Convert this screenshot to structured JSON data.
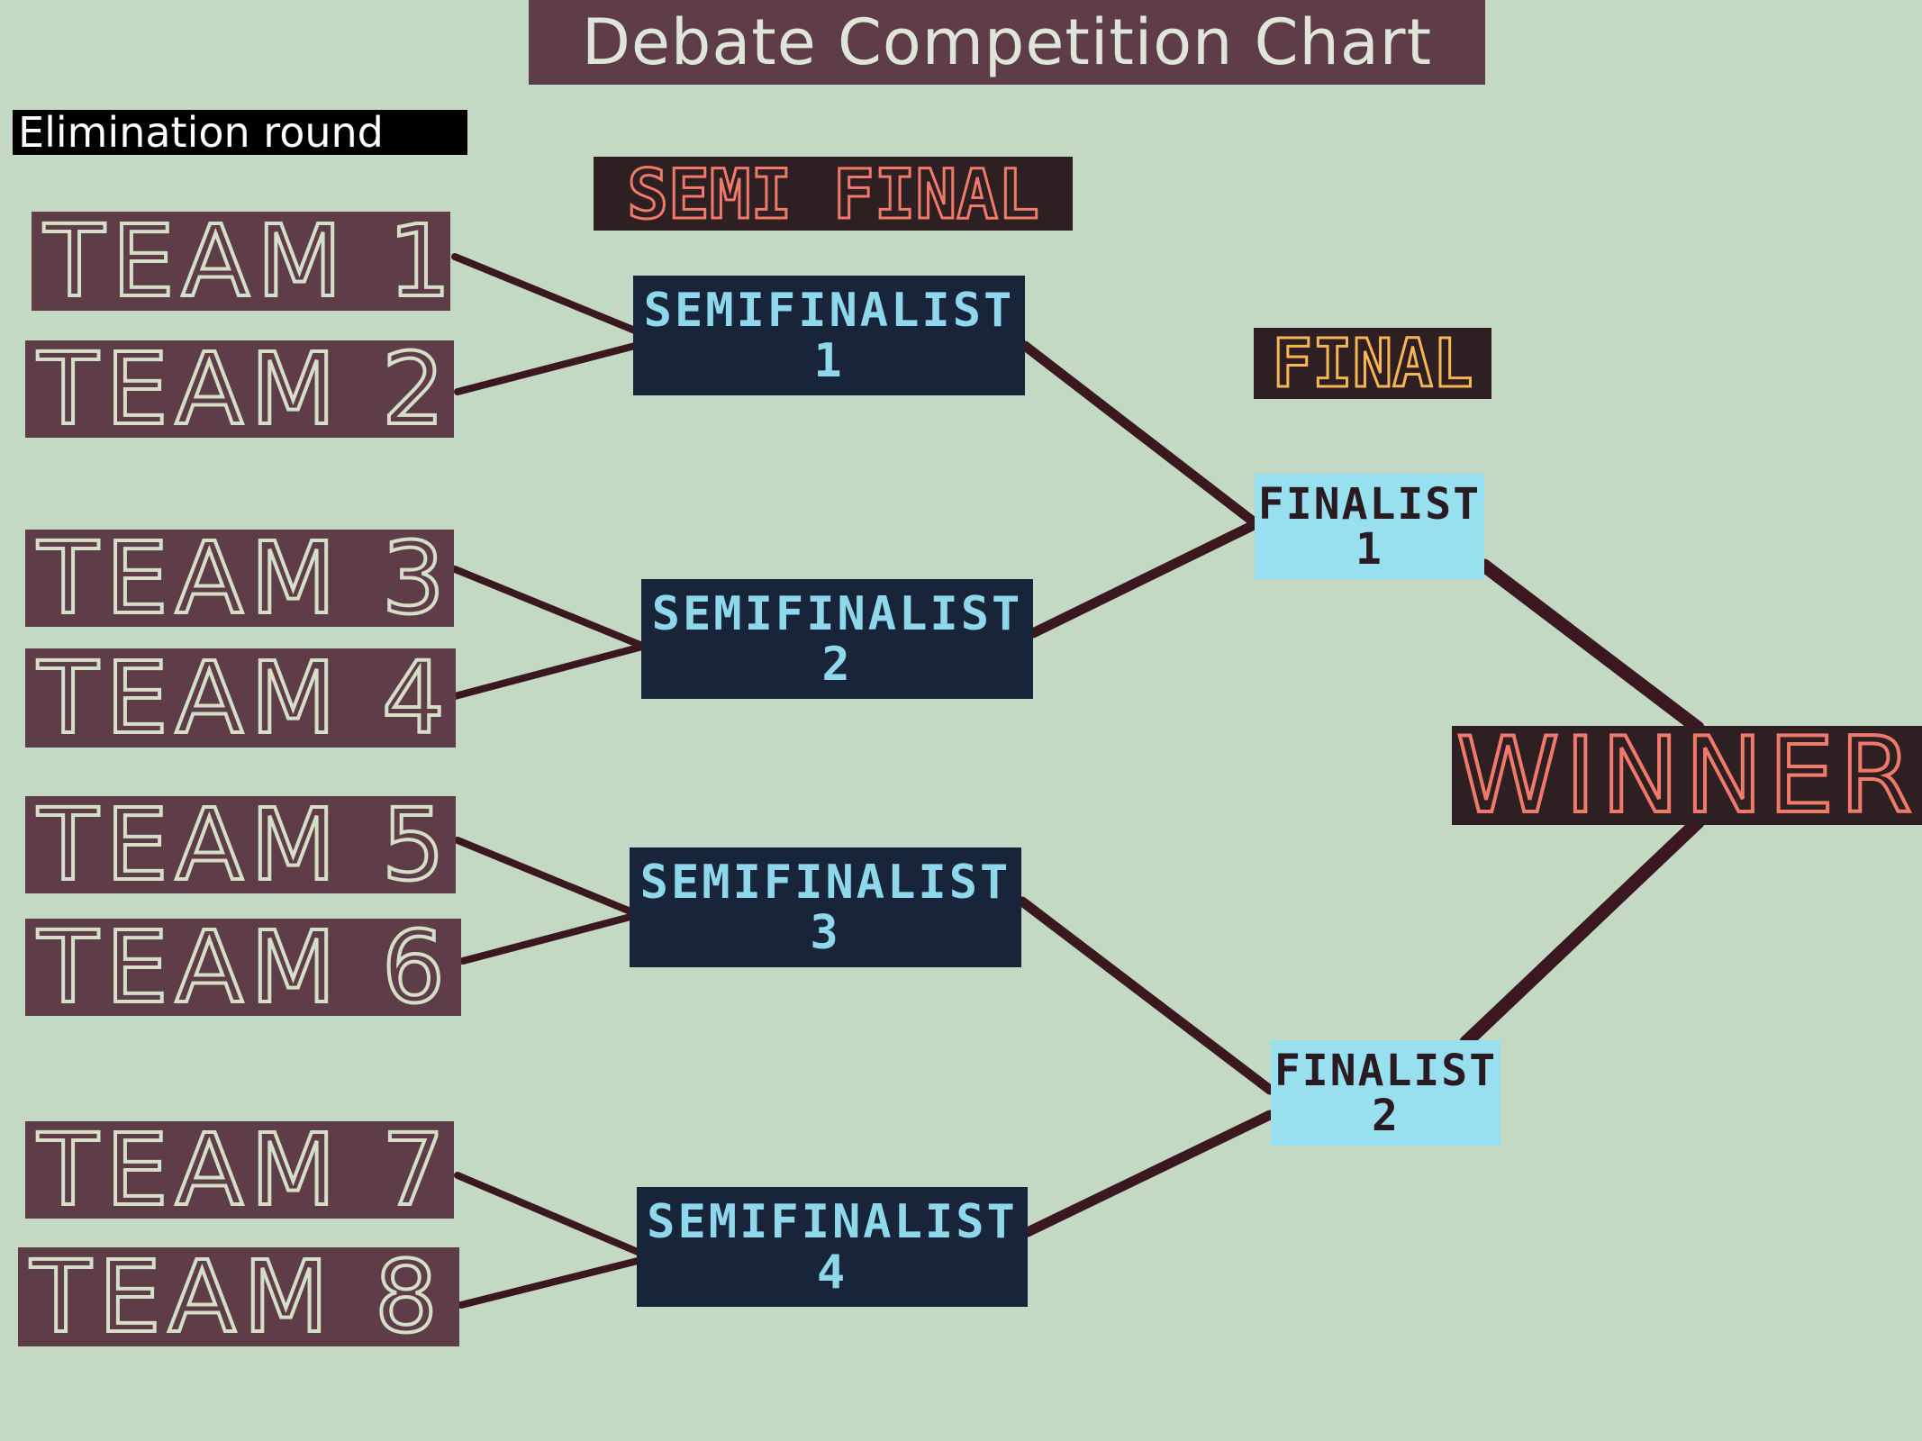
{
  "title": "Debate Competition Chart",
  "round_label": "Elimination round",
  "stages": {
    "semi_final": "SEMI FINAL",
    "final": "FINAL",
    "winner": "WINNER"
  },
  "teams": [
    "TEAM 1",
    "TEAM 2",
    "TEAM 3",
    "TEAM 4",
    "TEAM 5",
    "TEAM 6",
    "TEAM 7",
    "TEAM 8"
  ],
  "semifinalists": [
    {
      "label": "SEMIFINALIST",
      "number": "1"
    },
    {
      "label": "SEMIFINALIST",
      "number": "2"
    },
    {
      "label": "SEMIFINALIST",
      "number": "3"
    },
    {
      "label": "SEMIFINALIST",
      "number": "4"
    }
  ],
  "finalists": [
    {
      "label": "FINALIST",
      "number": "1"
    },
    {
      "label": "FINALIST",
      "number": "2"
    }
  ],
  "colors": {
    "background": "#c3d9c3",
    "team_box": "#5e3d48",
    "semifinalist_box": "#17243a",
    "semifinalist_text": "#8fd7ea",
    "finalist_box": "#98dff0",
    "connector": "#3b1820",
    "semi_final_text": "#f07a6a",
    "final_text": "#f7b553",
    "winner_text": "#f07a6a"
  }
}
